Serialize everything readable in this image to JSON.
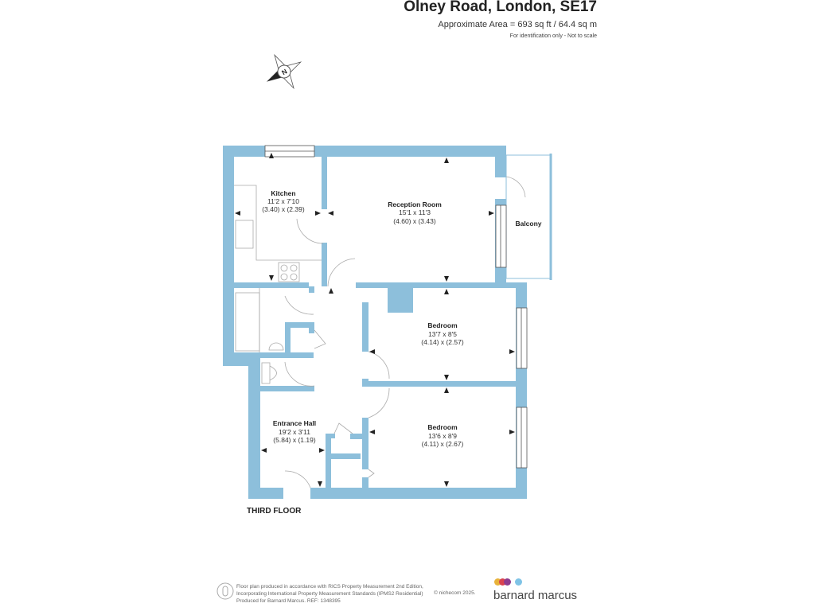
{
  "header": {
    "title": "Olney Road, London, SE17",
    "area": "Approximate Area = 693 sq ft / 64.4 sq m",
    "note": "For identification only - Not to scale"
  },
  "compass": {
    "label": "N"
  },
  "rooms": {
    "kitchen": {
      "name": "Kitchen",
      "imperial": "11'2 x 7'10",
      "metric": "(3.40) x (2.39)"
    },
    "reception": {
      "name": "Reception Room",
      "imperial": "15'1 x 11'3",
      "metric": "(4.60) x (3.43)"
    },
    "balcony": {
      "name": "Balcony"
    },
    "bedroom1": {
      "name": "Bedroom",
      "imperial": "13'7 x 8'5",
      "metric": "(4.14) x (2.57)"
    },
    "bedroom2": {
      "name": "Bedroom",
      "imperial": "13'6 x 8'9",
      "metric": "(4.11) x (2.67)"
    },
    "hall": {
      "name": "Entrance Hall",
      "imperial": "19'2 x 3'11",
      "metric": "(5.84) x (1.19)"
    }
  },
  "floor_label": "THIRD FLOOR",
  "footer": {
    "line1": "Floor plan produced in accordance with RICS Property Measurement 2nd Edition,",
    "line2": "Incorporating International Property Measurement Standards (IPMS2 Residential)",
    "line3": "Produced for Barnard Marcus.   REF:  1348395",
    "copyright": "© nichecom 2025."
  },
  "brand": {
    "name": "barnard marcus",
    "colors": [
      "#e8b23a",
      "#d9434f",
      "#8e3b8f",
      "#7fc3e6"
    ]
  },
  "wall_color": "#8dbfdb"
}
